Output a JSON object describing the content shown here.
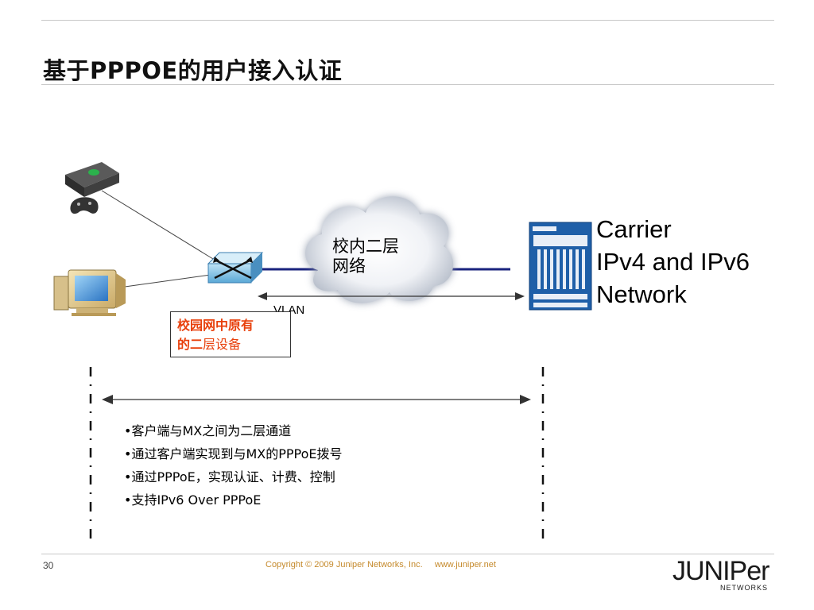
{
  "slide": {
    "title": "基于PPPOE的用户接入认证"
  },
  "diagram": {
    "cloud_label_line1": "校内二层",
    "cloud_label_line2": "网络",
    "vlan_label": "VLAN",
    "carrier_line1": "Carrier",
    "carrier_line2": "IPv4 and IPv6",
    "carrier_line3": "Network",
    "original_device_line1": "校园网中原有",
    "original_device_line2_bold": "的二",
    "original_device_line2_rest": "层设备",
    "icons": [
      "game-console-icon",
      "desktop-computer-icon",
      "switch-icon",
      "cloud-icon",
      "router-mx-icon"
    ]
  },
  "bullets": [
    "•客户端与MX之间为二层通道",
    "•通过客户端实现到与MX的PPPoE拨号",
    "•通过PPPoE，实现认证、计费、控制",
    "•支持IPv6  Over  PPPoE"
  ],
  "footer": {
    "page_number": "30",
    "copyright": "Copyright © 2009 Juniper Networks, Inc.     www.juniper.net",
    "logo_word": "JUNIPer",
    "logo_sub": "NETWORKS"
  },
  "colors": {
    "accent_red": "#e8400c",
    "link_line": "#1a237e",
    "router_blue": "#1f5fa8",
    "copyright_gold": "#c58a2c"
  }
}
